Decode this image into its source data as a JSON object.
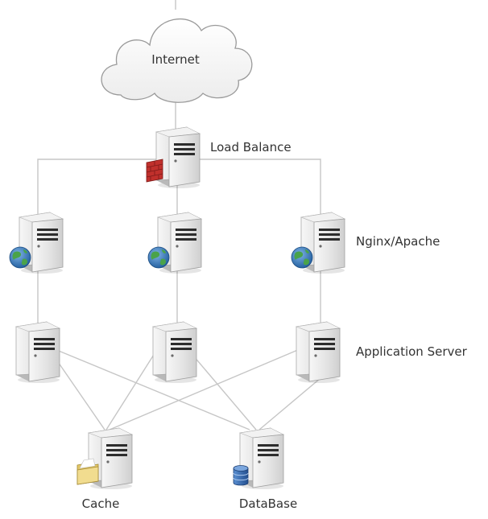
{
  "labels": {
    "internet": "Internet",
    "load_balance": "Load Balance",
    "web_tier": "Nginx/Apache",
    "app_tier": "Application Server",
    "cache": "Cache",
    "database": "DataBase"
  },
  "icons": {
    "cloud": "cloud-icon",
    "server": "server-icon",
    "firewall": "firewall-icon",
    "globe": "globe-icon",
    "folder": "folder-icon",
    "database": "database-icon"
  },
  "colors": {
    "line": "#c6c6c6",
    "server_body": "#e6e6e6",
    "firewall": "#c0302c",
    "globe_water": "#2f6fb3",
    "globe_land": "#4aa34a",
    "folder": "#efd98a",
    "database": "#2f63a8"
  }
}
